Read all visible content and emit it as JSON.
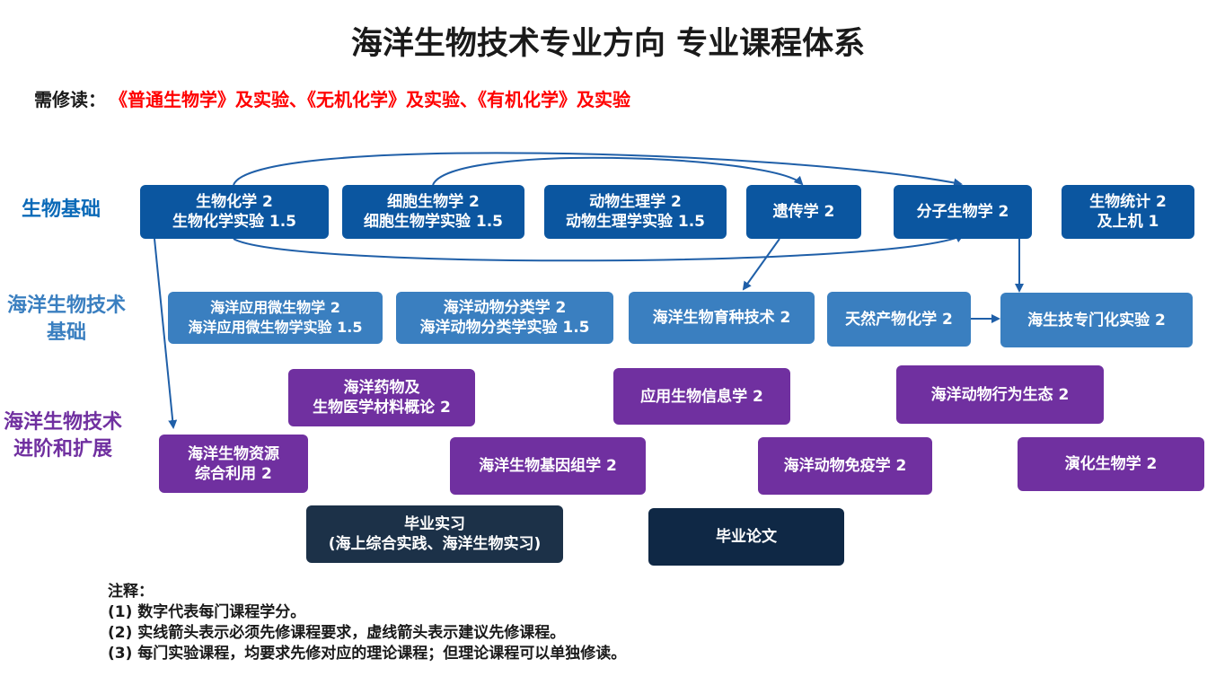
{
  "title": "海洋生物技术专业方向 专业课程体系",
  "requirement": {
    "label": "需修读：",
    "courses": "《普通生物学》及实验、《无机化学》及实验、《有机化学》及实验"
  },
  "rows": {
    "biology_foundation": "生物基础",
    "marine_foundation_1": "海洋生物技术",
    "marine_foundation_2": "基础",
    "advanced_1": "海洋生物技术",
    "advanced_2": "进阶和扩展"
  },
  "courses": {
    "biochem": [
      "生物化学 2",
      "生物化学实验 1.5"
    ],
    "cellbio": [
      "细胞生物学 2",
      "细胞生物学实验 1.5"
    ],
    "animalphys": [
      "动物生理学 2",
      "动物生理学实验 1.5"
    ],
    "genetics": [
      "遗传学 2"
    ],
    "molbio": [
      "分子生物学 2"
    ],
    "biostat": [
      "生物统计 2",
      "及上机 1"
    ],
    "marine_micro": [
      "海洋应用微生物学 2",
      "海洋应用微生物学实验 1.5"
    ],
    "marine_taxonomy": [
      "海洋动物分类学 2",
      "海洋动物分类学实验 1.5"
    ],
    "breeding": [
      "海洋生物育种技术 2"
    ],
    "natural_products": [
      "天然产物化学 2"
    ],
    "specialized_lab": [
      "海生技专门化实验 2"
    ],
    "marine_drugs": [
      "海洋药物及",
      "生物医学材料概论 2"
    ],
    "bioinformatics": [
      "应用生物信息学 2"
    ],
    "behavior_ecology": [
      "海洋动物行为生态 2"
    ],
    "resources": [
      "海洋生物资源",
      "综合利用 2"
    ],
    "genomics": [
      "海洋生物基因组学 2"
    ],
    "immunology": [
      "海洋动物免疫学 2"
    ],
    "evolution": [
      "演化生物学 2"
    ],
    "internship": [
      "毕业实习",
      "(海上综合实践、海洋生物实习)"
    ],
    "thesis": [
      "毕业论文"
    ]
  },
  "notes": [
    "注释：",
    "(1) 数字代表每门课程学分。",
    "(2) 实线箭头表示必须先修课程要求，虚线箭头表示建议先修课程。",
    "(3) 每门实验课程，均要求先修对应的理论课程；但理论课程可以单独修读。"
  ],
  "colors": {
    "foundation": "#0b56a0",
    "marine_foundation": "#3a7fc0",
    "advanced": "#7030a0",
    "internship": "#1c3148",
    "thesis": "#0f2845",
    "required_text": "#ff0000",
    "label_foundation": "#0b6ab8",
    "label_marine": "#3a7fc0",
    "label_advanced": "#7030a0"
  }
}
